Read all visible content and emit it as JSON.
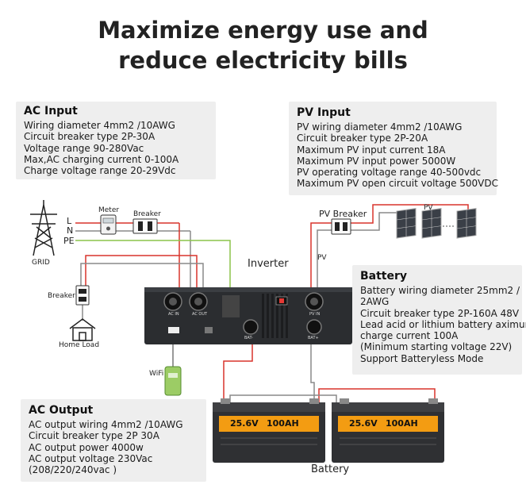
{
  "header": {
    "title_line1": "Maximize energy use and",
    "title_line2": "reduce electricity bills"
  },
  "ac_input": {
    "heading": "AC Input",
    "lines": [
      "Wiring diameter 4mm2 /10AWG",
      "Circuit breaker type 2P-30A",
      "Voltage range 90-280Vac",
      "Max,AC charging current 0-100A",
      "Charge voltage range 20-29Vdc"
    ]
  },
  "pv_input": {
    "heading": "PV Input",
    "lines": [
      "PV wiring diameter 4mm2 /10AWG",
      "Circuit breaker type 2P-20A",
      "Maximum PV input current 18A",
      "Maximum PV input power 5000W",
      "PV operating voltage range 40-500vdc",
      "Maximum PV open circuit voltage 500VDC"
    ]
  },
  "battery_panel": {
    "heading": "Battery",
    "lines": [
      "Battery wiring diameter 25mm2 /",
      "2AWG",
      "Circuit breaker type 2P-160A 48V",
      "Lead acid or lithium battery aximum",
      "charge current 100A",
      "(Minimum starting voltage 22V)",
      "Support Batteryless Mode"
    ]
  },
  "ac_output": {
    "heading": "AC Output",
    "lines": [
      "AC output wiring 4mm2 /10AWG",
      "Circuit breaker type 2P 30A",
      "AC output power 4000w",
      "AC output voltage 230Vac",
      "(208/220/240vac )"
    ]
  },
  "diagram": {
    "grid": "GRID",
    "line_l": "L",
    "line_n": "N",
    "line_pe": "PE",
    "meter": "Meter",
    "breaker_top": "Breaker",
    "breaker_left": "Breaker",
    "home_load": "Home Load",
    "inverter": "Inverter",
    "pv_breaker": "PV Breaker",
    "pv_array": "PV",
    "pv_wire": "PV",
    "wifi": "WiFi",
    "battery": "Battery",
    "battery_label": "25.6V",
    "battery_capacity": "100AH",
    "port_ac_in": "AC IN",
    "port_ac_out": "AC OUT",
    "port_pv_in": "PV IN",
    "port_bat_neg": "BAT-",
    "port_bat_pos": "BAT+"
  },
  "colors": {
    "wire_red": "#d9342b",
    "wire_gray": "#8a8a8a",
    "wire_green": "#8bc34a",
    "panel_bg": "#eeeeee",
    "inverter_body": "#2b2d30",
    "battery_body": "#2f3033",
    "battery_accent": "#f39c12"
  }
}
